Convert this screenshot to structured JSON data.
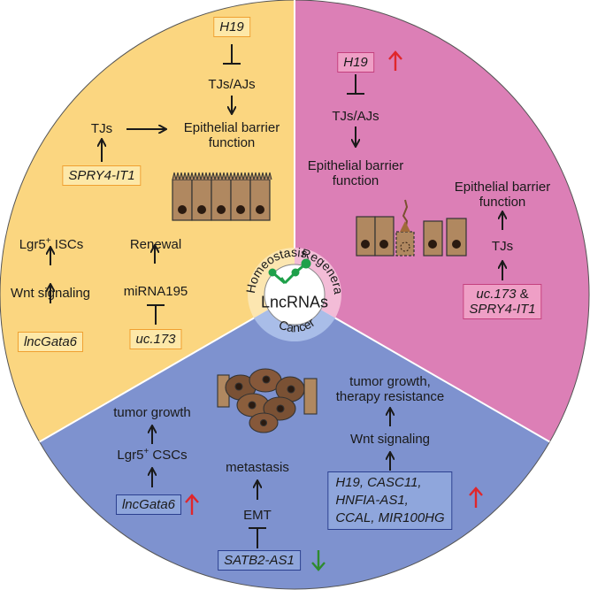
{
  "colors": {
    "homeostasis": "#fbd680",
    "regeneration": "#dc7fb6",
    "cancer": "#7e92cf",
    "up_arrow": "#e0262b",
    "down_arrow": "#2e8b2e"
  },
  "center": {
    "label": "LncRNAs",
    "ring_homeostasis": "Homeostasis",
    "ring_regeneration": "Regeneration",
    "ring_cancer": "Cancer"
  },
  "homeostasis": {
    "h19": "H19",
    "tjs_ajs": "TJs/AJs",
    "barrier_line1": "Epithelial barrier",
    "barrier_line2": "function",
    "tjs": "TJs",
    "spry4": "SPRY4-IT1",
    "lgr5_isc_main": "Lgr5",
    "lgr5_isc_sup": "+",
    "lgr5_isc_rest": " ISCs",
    "wnt": "Wnt signaling",
    "lncgata6": "lncGata6",
    "renewal": "Renewal",
    "mirna": "miRNA195",
    "uc173": "uc.173"
  },
  "regeneration": {
    "h19": "H19",
    "tjs_ajs": "TJs/AJs",
    "barrier_line1": "Epithelial barrier",
    "barrier_line2": "function",
    "barrier2_line1": "Epithelial barrier",
    "barrier2_line2": "function",
    "tjs": "TJs",
    "uc173": "uc.173",
    "amp": " & ",
    "spry4": "SPRY4-IT1"
  },
  "cancer": {
    "tumor_growth": "tumor growth",
    "lgr5_csc_main": "Lgr5",
    "lgr5_csc_sup": "+",
    "lgr5_csc_rest": " CSCs",
    "lncgata6": "lncGata6",
    "metastasis": "metastasis",
    "emt": "EMT",
    "satb2": "SATB2-AS1",
    "tumor_growth2": "tumor growth,",
    "therapy": "therapy resistance",
    "wnt": "Wnt signaling",
    "genes_line1": "H19, CASC11,",
    "genes_line2": "HNFIA-AS1,",
    "genes_line3": "CCAL, MIR100HG"
  }
}
